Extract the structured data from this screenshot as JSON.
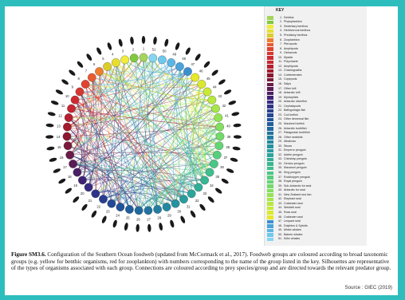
{
  "key": {
    "title": "KEY",
    "items": [
      {
        "n": "1",
        "label": "Detritus",
        "color": "#a4d55a"
      },
      {
        "n": "2",
        "label": "Phytoplankton",
        "color": "#7fc93e"
      },
      {
        "n": "3",
        "label": "Sedentary benthos",
        "color": "#f0ec3a"
      },
      {
        "n": "4",
        "label": "Herbivorous benthos",
        "color": "#e7df2c"
      },
      {
        "n": "5",
        "label": "Predatory benthos",
        "color": "#dccd2a"
      },
      {
        "n": "6",
        "label": "Zooplankton",
        "color": "#ef7d2e"
      },
      {
        "n": "7",
        "label": "Pteropods",
        "color": "#ea5a2f"
      },
      {
        "n": "8",
        "label": "Amphipods",
        "color": "#e0432f"
      },
      {
        "n": "9",
        "label": "Ostracods",
        "color": "#d73731"
      },
      {
        "n": "10",
        "label": "Mysids",
        "color": "#cf2a30"
      },
      {
        "n": "11",
        "label": "Polychaete",
        "color": "#c62632"
      },
      {
        "n": "12",
        "label": "Amphipods",
        "color": "#b71e2e"
      },
      {
        "n": "13",
        "label": "Chaetognaths",
        "color": "#a31a2b"
      },
      {
        "n": "14",
        "label": "Coelenterates",
        "color": "#8d1730"
      },
      {
        "n": "15",
        "label": "Copepods",
        "color": "#7a1a3a"
      },
      {
        "n": "16",
        "label": "Salps",
        "color": "#6a1b48"
      },
      {
        "n": "17",
        "label": "Other krill",
        "color": "#5a1d55"
      },
      {
        "n": "18",
        "label": "Antarctic krill",
        "color": "#4b1f65"
      },
      {
        "n": "19",
        "label": "Myctophids",
        "color": "#3e2274"
      },
      {
        "n": "20",
        "label": "Antarctic silverfish",
        "color": "#352a80"
      },
      {
        "n": "21",
        "label": "Cephalopods",
        "color": "#2e3389"
      },
      {
        "n": "22",
        "label": "Bathypelagic fish",
        "color": "#283d90"
      },
      {
        "n": "23",
        "label": "Cod icefish",
        "color": "#234896"
      },
      {
        "n": "24",
        "label": "Other demersal fish",
        "color": "#20539a"
      },
      {
        "n": "25",
        "label": "Mackerel icefish",
        "color": "#1f5e9d"
      },
      {
        "n": "26",
        "label": "Antarctic toothfish",
        "color": "#1f699f"
      },
      {
        "n": "27",
        "label": "Patagonian toothfish",
        "color": "#2073a0"
      },
      {
        "n": "28",
        "label": "Other seabirds",
        "color": "#217ea1"
      },
      {
        "n": "29",
        "label": "Albatross",
        "color": "#2388a1"
      },
      {
        "n": "30",
        "label": "Skuas",
        "color": "#2592a0"
      },
      {
        "n": "31",
        "label": "Emperor penguin",
        "color": "#289c9e"
      },
      {
        "n": "32",
        "label": "Adelie penguin",
        "color": "#2ba59b"
      },
      {
        "n": "33",
        "label": "Chinstrap penguin",
        "color": "#30ae97"
      },
      {
        "n": "34",
        "label": "Gentoo penguin",
        "color": "#37b792"
      },
      {
        "n": "35",
        "label": "Macaroni penguin",
        "color": "#3fbf8c"
      },
      {
        "n": "36",
        "label": "King penguin",
        "color": "#4ac785"
      },
      {
        "n": "37",
        "label": "Rockhopper penguin",
        "color": "#56ce7d"
      },
      {
        "n": "38",
        "label": "Royal penguin",
        "color": "#64d574"
      },
      {
        "n": "39",
        "label": "Sub-Antarctic fur seal",
        "color": "#73da6a"
      },
      {
        "n": "40",
        "label": "Antarctic fur seal",
        "color": "#83df5f"
      },
      {
        "n": "41",
        "label": "New Zealand sea lion",
        "color": "#94e354"
      },
      {
        "n": "42",
        "label": "Elephant seal",
        "color": "#a5e649"
      },
      {
        "n": "43",
        "label": "Crabeater seal",
        "color": "#b7e83f"
      },
      {
        "n": "44",
        "label": "Weddell seal",
        "color": "#c8e935"
      },
      {
        "n": "45",
        "label": "Ross seal",
        "color": "#d9ea2e"
      },
      {
        "n": "46",
        "label": "Crabeater seal",
        "color": "#e8e82a"
      },
      {
        "n": "47",
        "label": "Leopard seal",
        "color": "#3a8fd0"
      },
      {
        "n": "48",
        "label": "Dolphins & Sylvids",
        "color": "#4aa3dc"
      },
      {
        "n": "49",
        "label": "Minke whales",
        "color": "#5cb6e5"
      },
      {
        "n": "50",
        "label": "Baleen whales",
        "color": "#6ec8ec"
      },
      {
        "n": "51",
        "label": "Killer whales",
        "color": "#84d6f0"
      }
    ]
  },
  "caption": {
    "label": "Figure SM3.6.",
    "text": " Configuration of the Southern Ocean foodweb (updated from McCormack et al., 2017). Foodweb groups are coloured according to broad taxonomic groups (e.g. yellow for benthic organisms, red for zooplankton) with numbers corresponding to the name of the group listed in the key. Silhouettes are representative of the types of organisms associated with each group. Connections are coloured according to prey species/group and are directed towards the relevant predator group."
  },
  "source": "Source : GIEC (2019)"
}
